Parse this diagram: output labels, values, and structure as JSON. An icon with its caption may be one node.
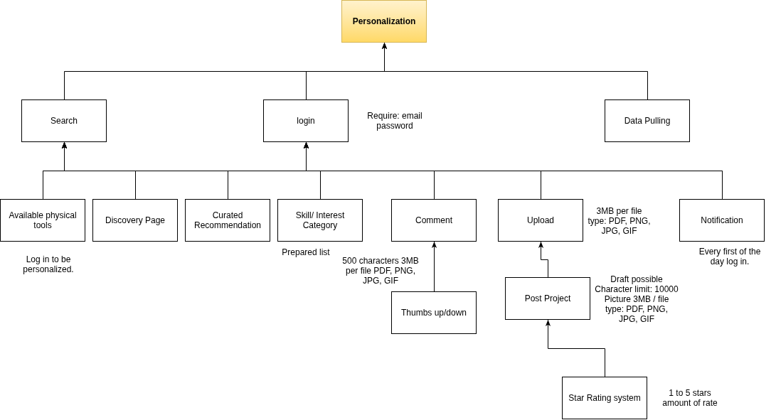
{
  "diagram": {
    "nodes": [
      {
        "text": [
          "Personalization"
        ]
      },
      {
        "text": [
          "Search"
        ]
      },
      {
        "text": [
          "login"
        ],
        "beside": [
          "Require: email password"
        ]
      },
      {
        "text": [
          "Data Pulling"
        ]
      },
      {
        "text": [
          "Available physical tools"
        ],
        "beside": [
          "Log in to be personalized."
        ]
      },
      {
        "text": [
          "Discovery Page"
        ]
      },
      {
        "text": [
          "Curated Recommendation"
        ]
      },
      {
        "text": [
          "Skill/ Interest Category"
        ],
        "beside": [
          "Prepared list"
        ]
      },
      {
        "text": [
          "Comment"
        ]
      },
      {
        "text": [
          "Upload"
        ],
        "beside": [
          "3MB per file type: PDF, PNG, JPG, GIF"
        ]
      },
      {
        "text": [
          "Notification"
        ],
        "beside": [
          "Every first of the day log in."
        ]
      },
      {
        "text": [
          "Post Project"
        ],
        "beside": [
          "Draft possible Character limit: 10000 Picture 3MB / file type: PDF, PNG, JPG, GIF"
        ]
      },
      {
        "text": [
          "Thumbs up/down"
        ]
      },
      {
        "text": [
          "Star Rating system"
        ],
        "beside": [
          "1 to 5 stars amount of rate"
        ]
      }
    ],
    "edges": [
      {
        "from": 1,
        "to": 0,
        "arrow": "to"
      },
      {
        "from": 2,
        "to": 0,
        "arrow": "to"
      },
      {
        "from": 3,
        "to": 0,
        "arrow": "to"
      },
      {
        "from": 4,
        "to": 1,
        "arrow": "to"
      },
      {
        "from": 5,
        "to": 1,
        "arrow": "to"
      },
      {
        "from": 6,
        "to": 1,
        "arrow": "to"
      },
      {
        "from": 7,
        "to": 1,
        "arrow": "to"
      },
      {
        "from": 8,
        "to": 1,
        "arrow": "to"
      },
      {
        "from": 9,
        "to": 1,
        "arrow": "to"
      },
      {
        "from": 10,
        "to": 1,
        "arrow": "to"
      },
      {
        "from": 4,
        "to": 2,
        "arrow": "to"
      },
      {
        "from": 5,
        "to": 2,
        "arrow": "to"
      },
      {
        "from": 6,
        "to": 2,
        "arrow": "to"
      },
      {
        "from": 7,
        "to": 2,
        "arrow": "to"
      },
      {
        "from": 8,
        "to": 2,
        "arrow": "to"
      },
      {
        "from": 9,
        "to": 2,
        "arrow": "to"
      },
      {
        "from": 10,
        "to": 2,
        "arrow": "to"
      },
      {
        "from": 12,
        "to": 8,
        "arrow": "to"
      },
      {
        "from": 11,
        "to": 9,
        "arrow": "to"
      },
      {
        "from": 13,
        "to": 11,
        "arrow": "to"
      }
    ],
    "labels": [
      "500 characters 3MB per file PDF, PNG, JPG, GIF"
    ]
  }
}
